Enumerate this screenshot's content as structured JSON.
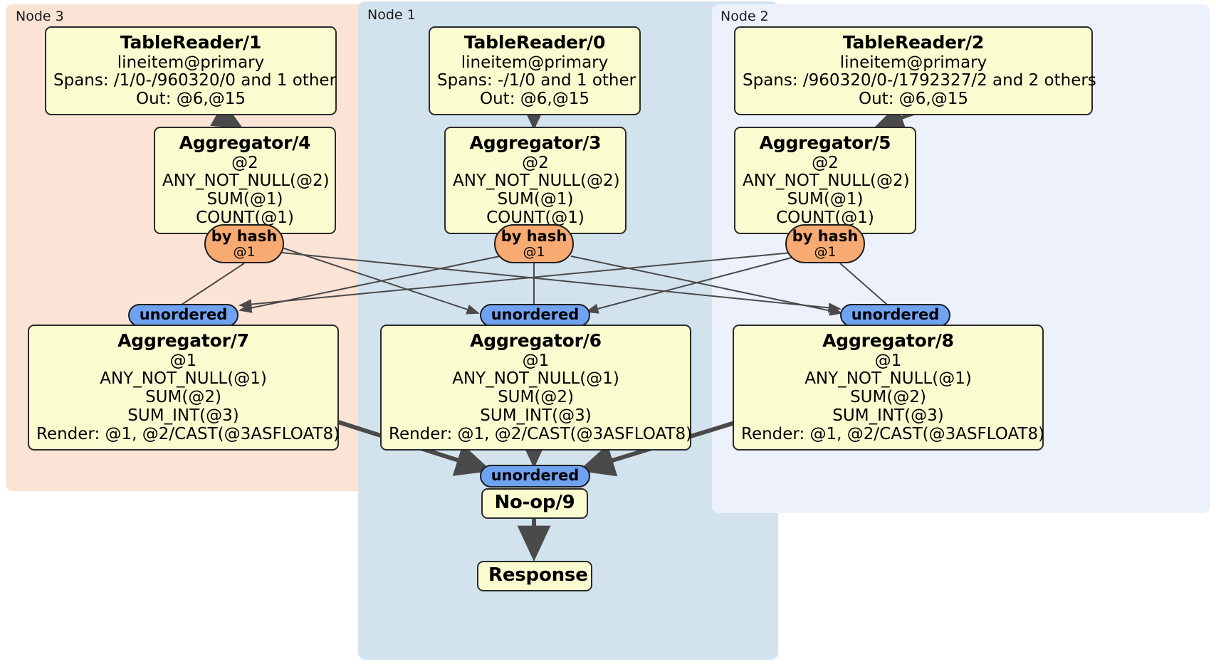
{
  "diagram": {
    "title": "distributed-query-plan",
    "colors": {
      "node3_panel": "#fbe3d6",
      "node1_panel": "#d3e3ee",
      "node2_panel": "#ecf1fb",
      "processor_box": "#fbfbd0",
      "hash_pill": "#f7ab72",
      "unordered_pill": "#6fa3f2",
      "edge": "#4a4a4a"
    }
  },
  "nodes": [
    {
      "id": "node3",
      "label": "Node 3"
    },
    {
      "id": "node1",
      "label": "Node 1"
    },
    {
      "id": "node2",
      "label": "Node 2"
    }
  ],
  "processors": {
    "table_reader_1": {
      "title": "TableReader/1",
      "lines": [
        "lineitem@primary",
        "Spans: /1/0-/960320/0 and 1 other",
        "Out: @6,@15"
      ]
    },
    "table_reader_0": {
      "title": "TableReader/0",
      "lines": [
        "lineitem@primary",
        "Spans: -/1/0 and 1 other",
        "Out: @6,@15"
      ]
    },
    "table_reader_2": {
      "title": "TableReader/2",
      "lines": [
        "lineitem@primary",
        "Spans: /960320/0-/1792327/2 and 2 others",
        "Out: @6,@15"
      ]
    },
    "aggregator_4": {
      "title": "Aggregator/4",
      "lines": [
        "@2",
        "ANY_NOT_NULL(@2)",
        "SUM(@1)",
        "COUNT(@1)"
      ]
    },
    "aggregator_3": {
      "title": "Aggregator/3",
      "lines": [
        "@2",
        "ANY_NOT_NULL(@2)",
        "SUM(@1)",
        "COUNT(@1)"
      ]
    },
    "aggregator_5": {
      "title": "Aggregator/5",
      "lines": [
        "@2",
        "ANY_NOT_NULL(@2)",
        "SUM(@1)",
        "COUNT(@1)"
      ]
    },
    "aggregator_7": {
      "title": "Aggregator/7",
      "lines": [
        "@1",
        "ANY_NOT_NULL(@1)",
        "SUM(@2)",
        "SUM_INT(@3)",
        "Render: @1, @2/CAST(@3ASFLOAT8)"
      ]
    },
    "aggregator_6": {
      "title": "Aggregator/6",
      "lines": [
        "@1",
        "ANY_NOT_NULL(@1)",
        "SUM(@2)",
        "SUM_INT(@3)",
        "Render: @1, @2/CAST(@3ASFLOAT8)"
      ]
    },
    "aggregator_8": {
      "title": "Aggregator/8",
      "lines": [
        "@1",
        "ANY_NOT_NULL(@1)",
        "SUM(@2)",
        "SUM_INT(@3)",
        "Render: @1, @2/CAST(@3ASFLOAT8)"
      ]
    },
    "noop_9": {
      "title": "No-op/9",
      "lines": []
    },
    "response": {
      "title": "Response",
      "lines": []
    }
  },
  "routers": {
    "hash_left": {
      "title": "by hash",
      "sub": "@1"
    },
    "hash_center": {
      "title": "by hash",
      "sub": "@1"
    },
    "hash_right": {
      "title": "by hash",
      "sub": "@1"
    },
    "unordered_left": {
      "title": "unordered"
    },
    "unordered_center": {
      "title": "unordered"
    },
    "unordered_right": {
      "title": "unordered"
    },
    "unordered_final": {
      "title": "unordered"
    }
  }
}
